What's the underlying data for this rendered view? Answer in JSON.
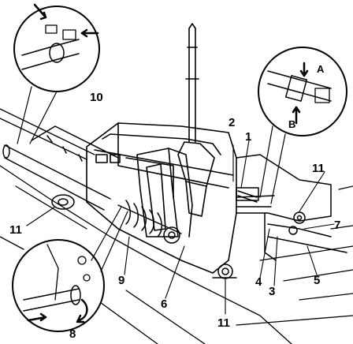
{
  "diagram": {
    "callouts": {
      "c1": "1",
      "c2": "2",
      "c3": "3",
      "c4": "4",
      "c5": "5",
      "c6": "6",
      "c7": "7",
      "c8": "8",
      "c9": "9",
      "c10": "10",
      "c11_left": "11",
      "c11_right": "11",
      "c11_bottom": "11",
      "cA": "A",
      "cB": "B"
    }
  }
}
